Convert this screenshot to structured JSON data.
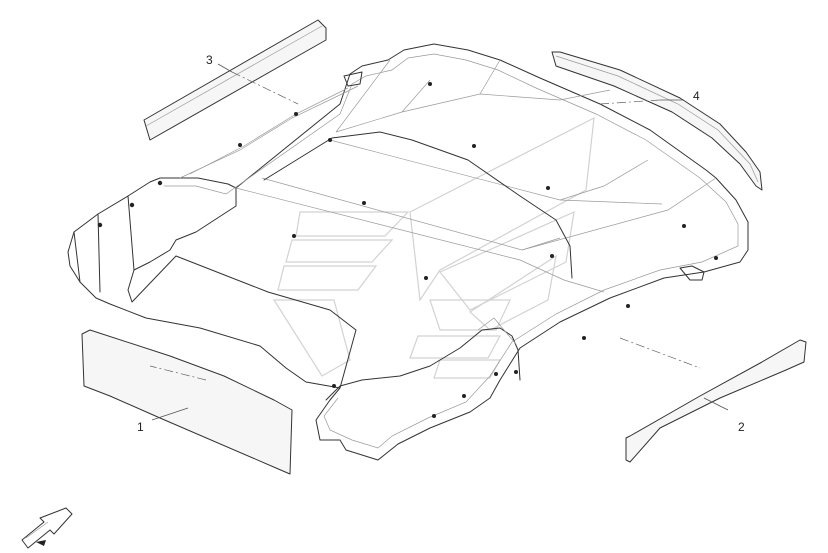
{
  "parts": [
    {
      "id": "front-strip",
      "number": "1"
    },
    {
      "id": "right-strip",
      "number": "2"
    },
    {
      "id": "rear-strip",
      "number": "3"
    },
    {
      "id": "curved-strip",
      "number": "4"
    }
  ],
  "icons": {
    "watermark": "brand-logo-watermark",
    "direction": "front-direction-arrow-icon"
  }
}
